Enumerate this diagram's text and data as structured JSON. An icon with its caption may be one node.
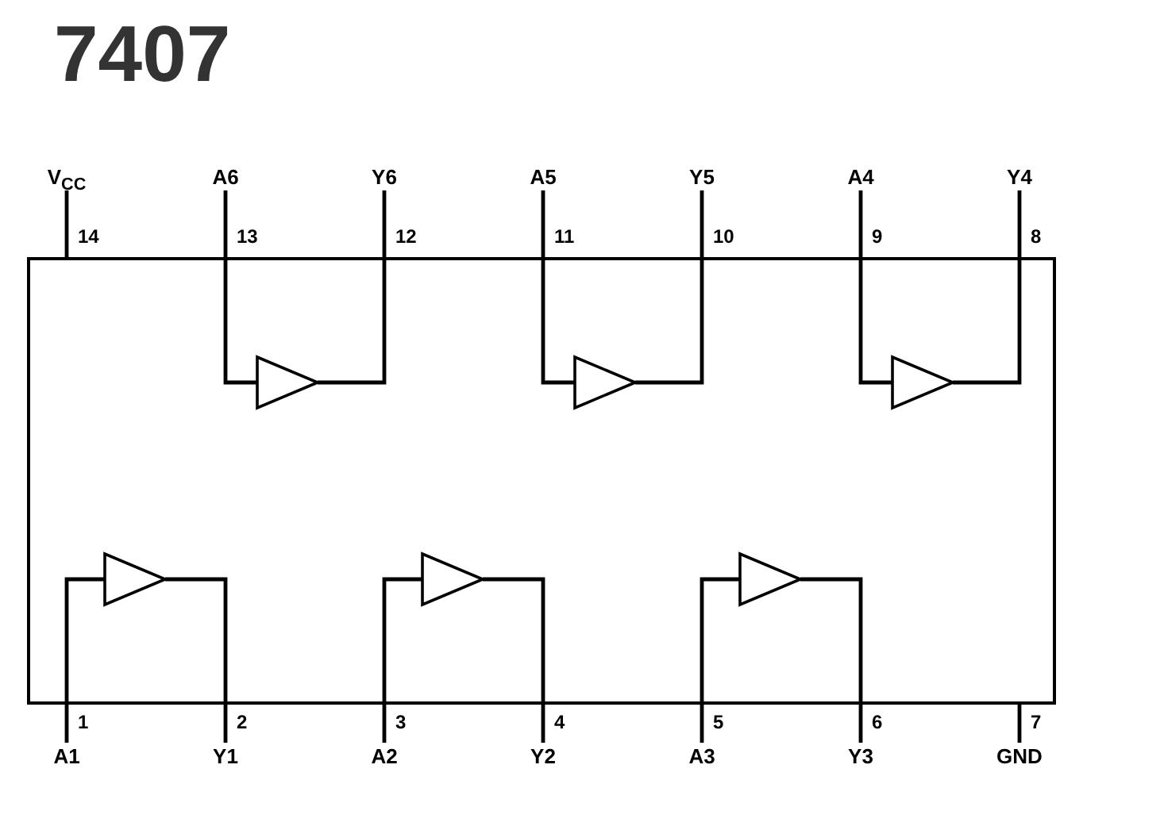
{
  "diagram": {
    "title": "7407",
    "nodes": [
      {
        "text": [],
        "shape": "box"
      },
      {
        "text": [
          "V$_{CC}$"
        ],
        "beside": [
          "14"
        ]
      },
      {
        "text": [
          "A6"
        ],
        "beside": [
          "13"
        ]
      },
      {
        "text": [
          "Y6"
        ],
        "beside": [
          "12"
        ]
      },
      {
        "text": [
          "A5"
        ],
        "beside": [
          "11"
        ]
      },
      {
        "text": [
          "Y5"
        ],
        "beside": [
          "10"
        ]
      },
      {
        "text": [
          "A4"
        ],
        "beside": [
          "9"
        ]
      },
      {
        "text": [
          "Y4"
        ],
        "beside": [
          "8"
        ]
      },
      {
        "text": [],
        "shape": "triangle",
        "in": 0
      },
      {
        "text": [],
        "shape": "triangle",
        "in": 0
      },
      {
        "text": [],
        "shape": "triangle",
        "in": 0
      },
      {
        "text": [],
        "shape": "triangle",
        "in": 0
      },
      {
        "text": [],
        "shape": "triangle",
        "in": 0
      },
      {
        "text": [],
        "shape": "triangle",
        "in": 0
      },
      {
        "text": [
          "A1"
        ],
        "beside": [
          "1"
        ]
      },
      {
        "text": [
          "Y1"
        ],
        "beside": [
          "2"
        ]
      },
      {
        "text": [
          "A2"
        ],
        "beside": [
          "3"
        ]
      },
      {
        "text": [
          "Y2"
        ],
        "beside": [
          "4"
        ]
      },
      {
        "text": [
          "A3"
        ],
        "beside": [
          "5"
        ]
      },
      {
        "text": [
          "Y3"
        ],
        "beside": [
          "6"
        ]
      },
      {
        "text": [
          "GND"
        ],
        "beside": [
          "7"
        ]
      }
    ],
    "edges": [
      {
        "from": 1,
        "to": 0,
        "arrow": "none"
      },
      {
        "from": 2,
        "to": 8,
        "arrow": "none"
      },
      {
        "from": 8,
        "to": 3,
        "arrow": "none"
      },
      {
        "from": 4,
        "to": 9,
        "arrow": "none"
      },
      {
        "from": 9,
        "to": 5,
        "arrow": "none"
      },
      {
        "from": 6,
        "to": 10,
        "arrow": "none"
      },
      {
        "from": 10,
        "to": 7,
        "arrow": "none"
      },
      {
        "from": 14,
        "to": 11,
        "arrow": "none"
      },
      {
        "from": 11,
        "to": 15,
        "arrow": "none"
      },
      {
        "from": 16,
        "to": 12,
        "arrow": "none"
      },
      {
        "from": 12,
        "to": 17,
        "arrow": "none"
      },
      {
        "from": 18,
        "to": 13,
        "arrow": "none"
      },
      {
        "from": 13,
        "to": 19,
        "arrow": "none"
      },
      {
        "from": 20,
        "to": 0,
        "arrow": "none"
      }
    ]
  }
}
